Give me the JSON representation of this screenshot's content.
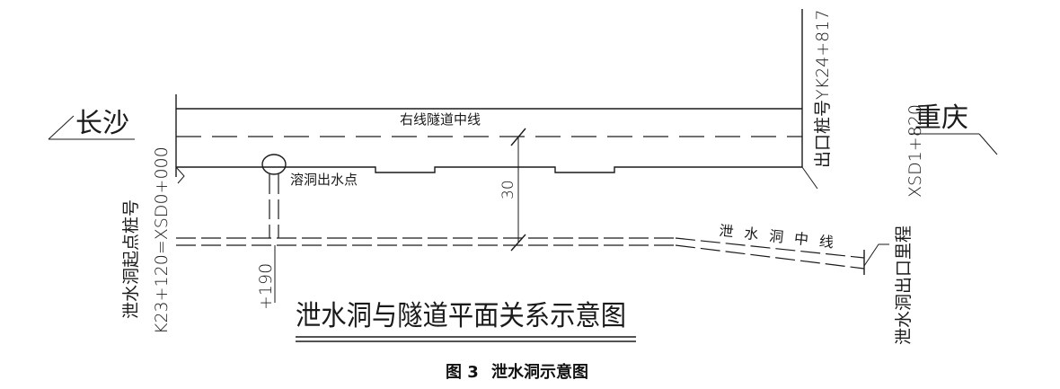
{
  "diagram": {
    "label_left_city": "长沙",
    "label_right_city": "重庆",
    "label_tunnel_centerline": "右线隧道中线",
    "label_karst_outlet": "溶洞出水点",
    "label_spacing": "30",
    "label_drain_centerline": "泄水洞中线",
    "label_drain_start_left": "泄水洞起点桩号",
    "label_drain_start_right": "K23+120=XSD0+000",
    "label_offset_190": "+190",
    "label_exit_station": "出口桩号YK24+817",
    "label_drain_end": "XSD1+820",
    "label_drain_exit_mileage": "泄水洞出口里程",
    "label_plan_title": "泄水洞与隧道平面关系示意图"
  },
  "caption": {
    "number": "图 3",
    "text": "泄水洞示意图"
  }
}
